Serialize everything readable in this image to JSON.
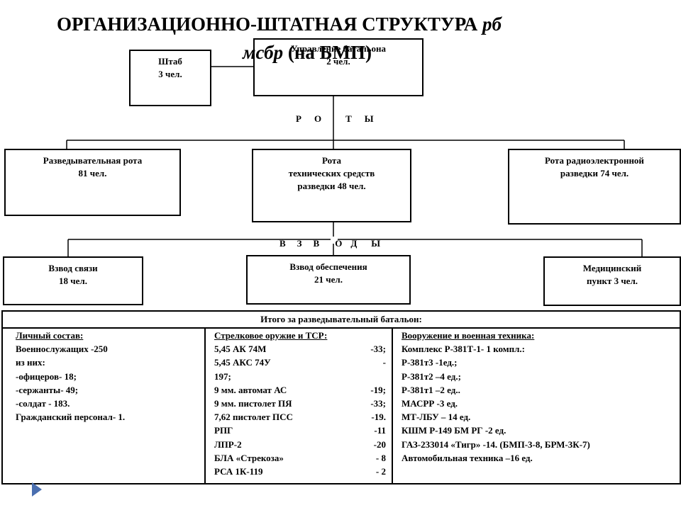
{
  "title": {
    "line1_regular": "ОРГАНИЗАЦИОННО-ШТАТНАЯ СТРУКТУРА ",
    "line1_italic": "рб",
    "line2_italic": "мсбр",
    "line2_regular": " (на БМП)"
  },
  "hq": {
    "name": "Управление батальона",
    "count": "2 чел."
  },
  "staff": {
    "name": "Штаб",
    "count": "3 чел."
  },
  "companies_label": [
    "Р",
    "О",
    "Т",
    "Ы"
  ],
  "platoons_label": [
    "В",
    "З",
    "В",
    "О",
    "Д",
    "Ы"
  ],
  "companies": [
    {
      "lines": [
        "Разведывательная рота",
        "81 чел."
      ]
    },
    {
      "lines": [
        "Рота",
        "технических средств",
        "разведки   48 чел."
      ]
    },
    {
      "lines": [
        "Рота радиоэлектронной",
        "разведки       74 чел."
      ]
    }
  ],
  "platoons": [
    {
      "lines": [
        "Взвод связи",
        "18 чел."
      ]
    },
    {
      "lines": [
        "Взвод обеспечения",
        "21 чел."
      ]
    },
    {
      "lines": [
        "Медицинский",
        "пункт  3 чел."
      ]
    }
  ],
  "totals": {
    "header": "Итого за разведывательный батальон:",
    "personnel": {
      "header": "Личный состав:",
      "lines": [
        "Военнослужащих -250",
        "из них:",
        "-офицеров- 18;",
        "-сержанты- 49;",
        "-солдат    - 183.",
        "Гражданский персонал- 1."
      ]
    },
    "weapons": {
      "header": "Стрелковое оружие и ТСР:",
      "rows": [
        [
          "5,45 АК 74М",
          "-33;"
        ],
        [
          "5,45 АКС 74У",
          "-"
        ],
        [
          "197;",
          ""
        ],
        [
          "9 мм. автомат АС",
          "-19;"
        ],
        [
          "9 мм. пистолет ПЯ",
          "-33;"
        ],
        [
          "7,62 пистолет ПСС",
          "-19."
        ],
        [
          "РПГ",
          "-11"
        ],
        [
          "ЛПР-2",
          "-20"
        ],
        [
          "БЛА «Стрекоза»",
          "- 8"
        ],
        [
          "РСА 1К-119",
          "- 2"
        ]
      ]
    },
    "equipment": {
      "header": "Вооружение и военная техника:",
      "lines": [
        "Комплекс Р-381Т-1- 1 компл.:",
        "Р-381т3 -1ед.;",
        "Р-381т2 –4 ед.;",
        "Р-381т1 –2 ед..",
        "МАСРР -3 ед.",
        "МТ-ЛБУ – 14 ед.",
        "КШМ Р-149 БМ РГ -2 ед.",
        "ГАЗ-233014 «Тигр» -14. (БМП-3-8, БРМ-3К-7)",
        "Автомобильная техника –16 ед."
      ]
    }
  },
  "colors": {
    "line": "#000000",
    "arrow": "#4a6fb0"
  },
  "icons": {
    "nav": "next-slide-arrow-icon"
  }
}
